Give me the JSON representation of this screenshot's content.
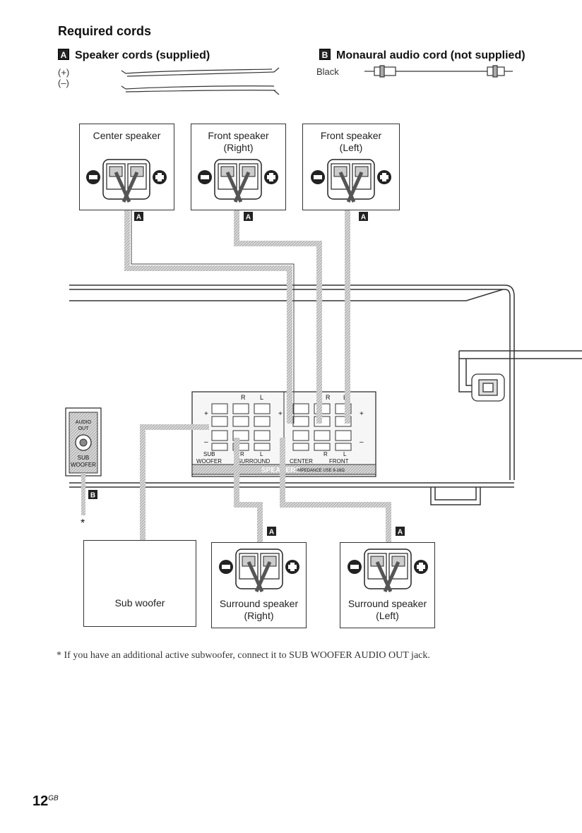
{
  "heading": "Required cords",
  "cords": {
    "a": {
      "badge": "A",
      "title": "Speaker cords (supplied)",
      "plus": "(+)",
      "minus": "(–)"
    },
    "b": {
      "badge": "B",
      "title": "Monaural audio cord (not supplied)",
      "color_label": "Black"
    }
  },
  "speakers": {
    "center": "Center speaker",
    "front_right": "Front speaker\n(Right)",
    "front_left": "Front speaker\n(Left)",
    "sub_woofer": "Sub woofer",
    "surround_right": "Surround speaker\n(Right)",
    "surround_left": "Surround speaker\n(Left)"
  },
  "cord_badges": {
    "a": "A",
    "b": "B"
  },
  "terminal_labels": {
    "r": "R",
    "l": "L",
    "plus": "+",
    "minus": "–",
    "sub_woofer": "SUB\nWOOFER",
    "surround": "SURROUND",
    "center": "CENTER",
    "front": "FRONT",
    "speakers": "SPEAKERS",
    "impedance": "IMPEDANCE USE 8-16Ω"
  },
  "jack": {
    "audio_out": "AUDIO\nOUT",
    "sub_woofer": "SUB\nWOOFER"
  },
  "asterisk": "*",
  "footnote": "* If you have an additional active subwoofer, connect it to SUB WOOFER AUDIO OUT jack.",
  "page": {
    "number": "12",
    "suffix": "GB"
  },
  "colors": {
    "line": "#222222",
    "cable_fill": "#c8c8c8",
    "badge": "#222222"
  }
}
